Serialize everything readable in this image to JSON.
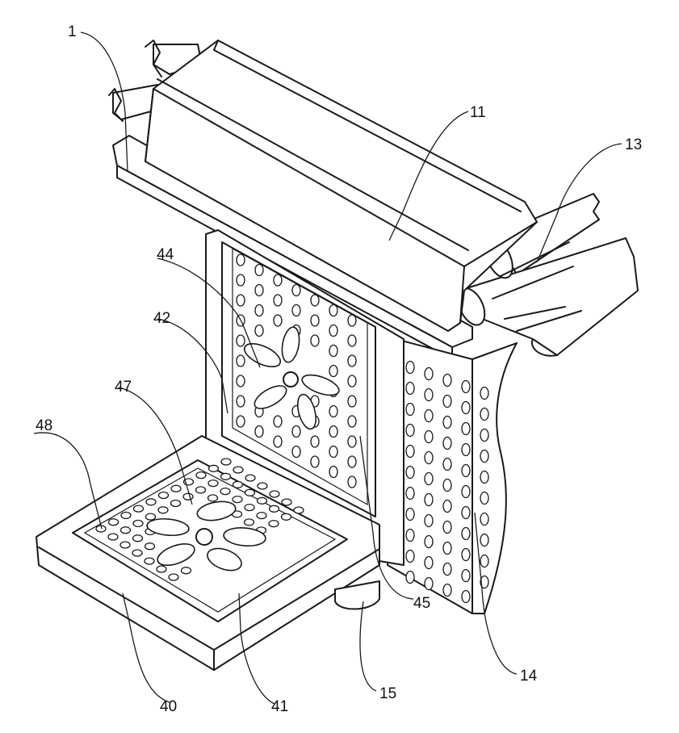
{
  "figure": {
    "reference_numerals": {
      "r1": "1",
      "r11": "11",
      "r13": "13",
      "r14": "14",
      "r15": "15",
      "r40": "40",
      "r41": "41",
      "r42": "42",
      "r44": "44",
      "r45": "45",
      "r47": "47",
      "r48": "48"
    }
  }
}
